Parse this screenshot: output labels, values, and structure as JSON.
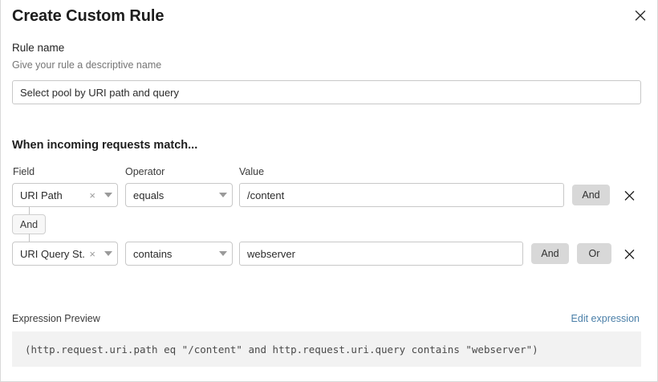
{
  "dialog": {
    "title": "Create Custom Rule",
    "close_icon": "close-icon"
  },
  "rule_name": {
    "label": "Rule name",
    "help_text": "Give your rule a descriptive name",
    "value": "Select pool by URI path and query",
    "placeholder": "Select pool by URI path and query"
  },
  "conditions": {
    "heading": "When incoming requests match...",
    "columns": {
      "field": "Field",
      "operator": "Operator",
      "value": "Value"
    },
    "connector": {
      "label": "And"
    },
    "rows": [
      {
        "field": "URI Path",
        "clear_icon": "×",
        "operator": "equals",
        "value": "/content",
        "placeholder": "",
        "and_label": "And",
        "or_label": null,
        "delete_icon": "close-icon"
      },
      {
        "field": "URI Query St...",
        "clear_icon": "×",
        "operator": "contains",
        "value": "webserver",
        "placeholder": "",
        "and_label": "And",
        "or_label": "Or",
        "delete_icon": "close-icon"
      }
    ]
  },
  "expression": {
    "label": "Expression Preview",
    "edit_link": "Edit expression",
    "code": "(http.request.uri.path eq \"/content\" and http.request.uri.query contains \"webserver\")"
  },
  "colors": {
    "link": "#4a7fa8",
    "pill_background": "#d8d8d8",
    "code_background": "#f2f2f2",
    "border": "#c8c8c8"
  }
}
